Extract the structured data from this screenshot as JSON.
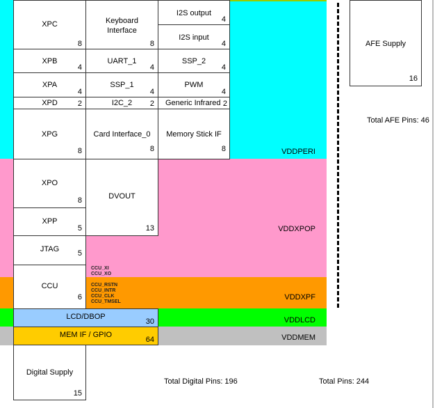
{
  "colors": {
    "vddperi": "#00ffff",
    "vddxpop": "#ff99cc",
    "vddxpf": "#ff9900",
    "vddlcd": "#00ff00",
    "vddmem": "#c0c0c0",
    "lcd": "#99ccff",
    "mem": "#ffcc00"
  },
  "domains": {
    "vddperi": "VDDPERI",
    "vddxpop": "VDDXPOP",
    "vddxpf": "VDDXPF",
    "vddlcd": "VDDLCD",
    "vddmem": "VDDMEM"
  },
  "blocks": {
    "xpc": {
      "label": "XPC",
      "pins": "8"
    },
    "keyboard": {
      "label": "Keyboard Interface",
      "pins": "8"
    },
    "i2s_out": {
      "label": "I2S output",
      "pins": "4"
    },
    "i2s_in": {
      "label": "I2S input",
      "pins": "4"
    },
    "xpb": {
      "label": "XPB",
      "pins": "4"
    },
    "uart1": {
      "label": "UART_1",
      "pins": "4"
    },
    "ssp2": {
      "label": "SSP_2",
      "pins": "4"
    },
    "xpa": {
      "label": "XPA",
      "pins": "4"
    },
    "ssp1": {
      "label": "SSP_1",
      "pins": "4"
    },
    "pwm": {
      "label": "PWM",
      "pins": "4"
    },
    "xpd": {
      "label": "XPD",
      "pins": "2"
    },
    "i2c2": {
      "label": "I2C_2",
      "pins": "2"
    },
    "infrared": {
      "label": "Generic Infrared",
      "pins": "2"
    },
    "xpg": {
      "label": "XPG",
      "pins": "8"
    },
    "card": {
      "label": "Card Interface_0",
      "pins": "8"
    },
    "mstick": {
      "label": "Memory Stick IF",
      "pins": "8"
    },
    "xpo": {
      "label": "XPO",
      "pins": "8"
    },
    "dvout": {
      "label": "DVOUT",
      "pins": "13"
    },
    "xpp": {
      "label": "XPP",
      "pins": "5"
    },
    "jtag": {
      "label": "JTAG",
      "pins": "5"
    },
    "ccu": {
      "label": "CCU",
      "pins": "6"
    },
    "lcd": {
      "label": "LCD/DBOP",
      "pins": "30"
    },
    "mem": {
      "label": "MEM IF / GPIO",
      "pins": "64"
    },
    "digital": {
      "label": "Digital Supply",
      "pins": "15"
    },
    "afe": {
      "label": "AFE Supply",
      "pins": "16"
    }
  },
  "ccu_signals": {
    "xi": "CCU_XI",
    "xo": "CCU_XO",
    "rstn": "CCU_RSTN",
    "intr": "CCU_INTR",
    "clk": "CCU_CLK",
    "tmsel": "CCU_TMSEL"
  },
  "totals": {
    "afe": "Total AFE Pins: 46",
    "digital": "Total Digital Pins: 196",
    "total": "Total Pins: 244"
  }
}
